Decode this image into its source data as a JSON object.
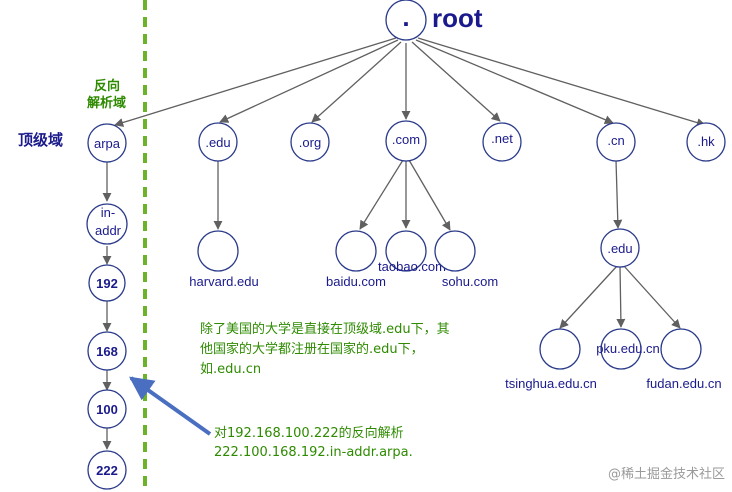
{
  "root": {
    "dot": ".",
    "label": "root"
  },
  "tld_nodes": [
    ".edu",
    ".org",
    ".com",
    ".net",
    ".cn",
    ".hk"
  ],
  "top_level_label": "顶级域",
  "reverse_label": [
    "反向",
    "解析域"
  ],
  "reverse_chain": [
    "arpa",
    "in-",
    "addr",
    "192",
    "168",
    "100",
    "222"
  ],
  "leaves": {
    "edu": "harvard.edu",
    "com": [
      "baidu.com",
      "taobao.com",
      "sohu.com"
    ],
    "cn_edu": ".edu",
    "cn_leaves": [
      "tsinghua.edu.cn",
      "pku.edu.cn",
      "fudan.edu.cn"
    ]
  },
  "note": [
    "除了美国的大学是直接在顶级域.edu下，其",
    "他国家的大学都注册在国家的.edu下，",
    "如.edu.cn"
  ],
  "reverse_example": [
    "对192.168.100.222的反向解析",
    "222.100.168.192.in-addr.arpa."
  ],
  "watermark": "@稀土掘金技术社区"
}
